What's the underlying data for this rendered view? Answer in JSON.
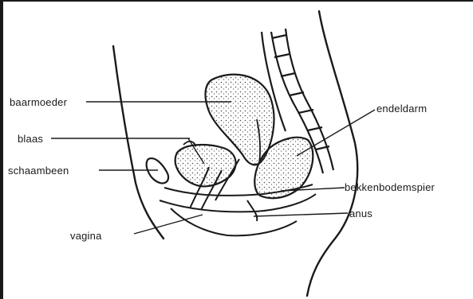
{
  "labels": {
    "baarmoeder": "baarmoeder",
    "blaas": "blaas",
    "schaambeen": "schaambeen",
    "vagina": "vagina",
    "endeldarm": "endeldarm",
    "bekkenbodemspier": "bekkenbodemspier",
    "anus": "anus"
  },
  "colors": {
    "ink": "#1a1a1a",
    "stipple": "#4a4a4a",
    "background": "#ffffff"
  }
}
